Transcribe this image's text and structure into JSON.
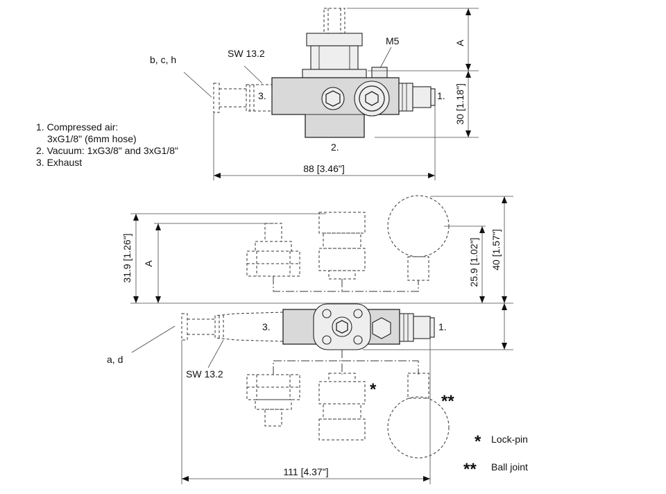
{
  "top_view": {
    "label_sw": "SW 13.2",
    "label_bch": "b, c, h",
    "label_m5": "M5",
    "port_1": "1.",
    "port_2": "2.",
    "port_3": "3.",
    "dim_a": "A",
    "dim_height": "30 [1.18\"]",
    "dim_width": "88 [3.46\"]"
  },
  "legend_notes": {
    "line1": "1. Compressed air:",
    "line2": "3xG1/8\" (6mm hose)",
    "line3": "2. Vacuum: 1xG3/8\" and 3xG1/8\"",
    "line4": "3. Exhaust"
  },
  "side_view": {
    "dim_31_9": "31.9 [1.26\"]",
    "dim_a": "A",
    "dim_25_9": "25.9 [1.02\"]",
    "dim_40": "40 [1.57\"]",
    "dim_111": "111 [4.37\"]",
    "port_1": "1.",
    "port_3": "3.",
    "label_ad": "a, d",
    "label_sw": "SW 13.2",
    "star_single": "*",
    "star_double": "**"
  },
  "key": {
    "lock_symbol": "*",
    "lock_label": "Lock-pin",
    "ball_symbol": "**",
    "ball_label": "Ball joint"
  }
}
